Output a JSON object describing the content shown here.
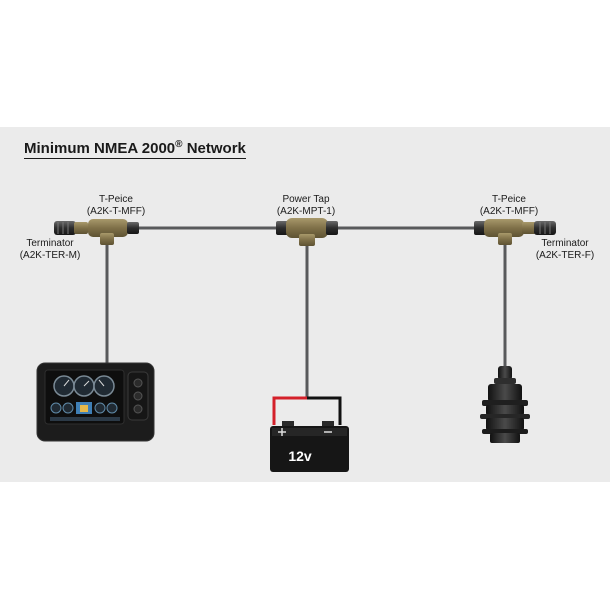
{
  "title": {
    "text": "Minimum NMEA 2000",
    "reg": "®",
    "suffix": " Network"
  },
  "labels": {
    "tee_left": {
      "name": "T-Peice",
      "part": "(A2K-T-MFF)"
    },
    "power_tap": {
      "name": "Power Tap",
      "part": "(A2K-MPT-1)"
    },
    "tee_right": {
      "name": "T-Peice",
      "part": "(A2K-T-MFF)"
    },
    "term_left": {
      "name": "Terminator",
      "part": "(A2K-TER-M)"
    },
    "term_right": {
      "name": "Terminator",
      "part": "(A2K-TER-F)"
    }
  },
  "battery": {
    "label": "12v"
  },
  "colors": {
    "panel": "#ebebeb",
    "cable": "#58595b",
    "brass": "#8a7a52",
    "device": "#1c1c1c",
    "wire_red": "#d4202a",
    "wire_black": "#111111"
  }
}
